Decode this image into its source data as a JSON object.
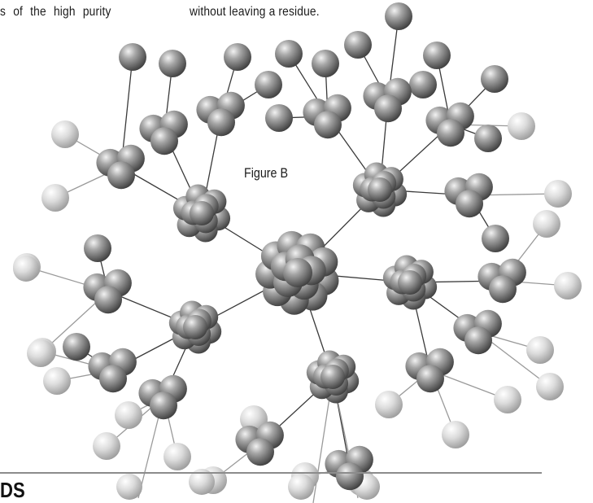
{
  "text": {
    "paragraph_left_fragment": "s of the high purity",
    "paragraph_right_fragment": "without leaving a residue.",
    "figure_label": "Figure B",
    "section_heading_fragment": "DS"
  },
  "colors": {
    "sphere_dark": "#5e5e5e",
    "sphere_light": "#c9c9c9",
    "bond_line": "#3a3a3a",
    "rule": "#8c8c8c"
  }
}
